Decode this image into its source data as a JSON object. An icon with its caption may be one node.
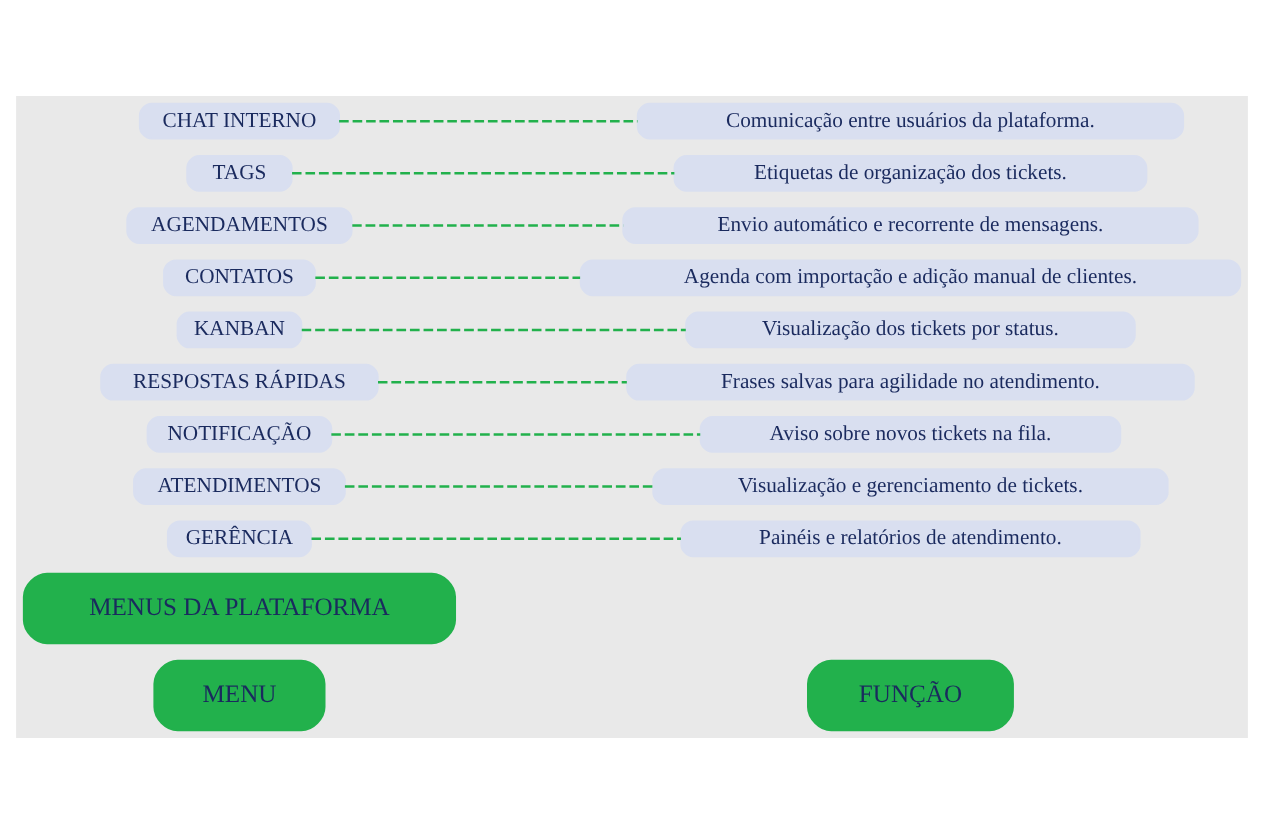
{
  "diagram": {
    "nodes": [
      {
        "text": [
          "MENUS DA PLATAFORMA"
        ]
      },
      {
        "text": [
          "MENU"
        ]
      },
      {
        "text": [
          "FUNÇÃO"
        ]
      },
      {
        "text": [
          "GERÊNCIA"
        ]
      },
      {
        "text": [
          "Painéis e relatórios de atendimento."
        ]
      },
      {
        "text": [
          "ATENDIMENTOS"
        ]
      },
      {
        "text": [
          "Visualização e gerenciamento de tickets."
        ]
      },
      {
        "text": [
          "NOTIFICAÇÃO"
        ]
      },
      {
        "text": [
          "Aviso sobre novos tickets na fila."
        ]
      },
      {
        "text": [
          "RESPOSTAS RÁPIDAS"
        ]
      },
      {
        "text": [
          "Frases salvas para agilidade no atendimento."
        ]
      },
      {
        "text": [
          "KANBAN"
        ]
      },
      {
        "text": [
          "Visualização dos tickets por status."
        ]
      },
      {
        "text": [
          "CONTATOS"
        ]
      },
      {
        "text": [
          "Agenda com importação e adição manual de clientes."
        ]
      },
      {
        "text": [
          "AGENDAMENTOS"
        ]
      },
      {
        "text": [
          "Envio automático e recorrente de mensagens."
        ]
      },
      {
        "text": [
          "TAGS"
        ]
      },
      {
        "text": [
          "Etiquetas de organização dos tickets."
        ]
      },
      {
        "text": [
          "CHAT INTERNO"
        ]
      },
      {
        "text": [
          "Comunicação entre usuários da plataforma."
        ]
      }
    ],
    "edges": [
      {
        "from": 3,
        "to": 4,
        "arrow": "none",
        "style": "dashed"
      },
      {
        "from": 5,
        "to": 6,
        "arrow": "none",
        "style": "dashed"
      },
      {
        "from": 7,
        "to": 8,
        "arrow": "none",
        "style": "dashed"
      },
      {
        "from": 9,
        "to": 10,
        "arrow": "none",
        "style": "dashed"
      },
      {
        "from": 11,
        "to": 12,
        "arrow": "none",
        "style": "dashed"
      },
      {
        "from": 13,
        "to": 14,
        "arrow": "none",
        "style": "dashed"
      },
      {
        "from": 15,
        "to": 16,
        "arrow": "none",
        "style": "dashed"
      },
      {
        "from": 17,
        "to": 18,
        "arrow": "none",
        "style": "dashed"
      },
      {
        "from": 19,
        "to": 20,
        "arrow": "none",
        "style": "dashed"
      }
    ]
  }
}
